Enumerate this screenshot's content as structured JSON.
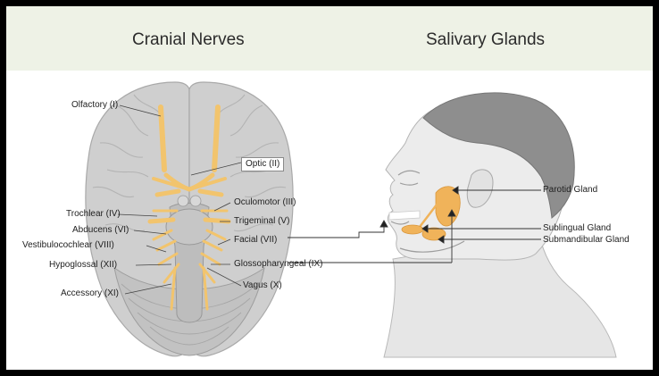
{
  "titles": {
    "left": "Cranial Nerves",
    "right": "Salivary Glands"
  },
  "cranial_nerves": {
    "olfactory": "Olfactory (I)",
    "optic": "Optic (II)",
    "oculomotor": "Oculomotor (III)",
    "trochlear": "Trochlear (IV)",
    "trigeminal": "Trigeminal (V)",
    "abducens": "Abducens (VI)",
    "facial": "Facial (VII)",
    "vestibulocochlear": "Vestibulocochlear (VIII)",
    "glossopharyngeal": "Glossopharyngeal (IX)",
    "vagus": "Vagus (X)",
    "accessory": "Accessory (XI)",
    "hypoglossal": "Hypoglossal (XII)"
  },
  "salivary_glands": {
    "parotid": "Parotid Gland",
    "sublingual": "Sublingual Gland",
    "submandibular": "Submandibular Gland"
  },
  "colors": {
    "frame": "#000000",
    "header_bg": "#eef2e6",
    "brain": "#c9c9c9",
    "nerve": "#f2c46d",
    "gland": "#f0b35a",
    "head_skin": "#e9e9e9",
    "hair": "#8c8c8c"
  }
}
